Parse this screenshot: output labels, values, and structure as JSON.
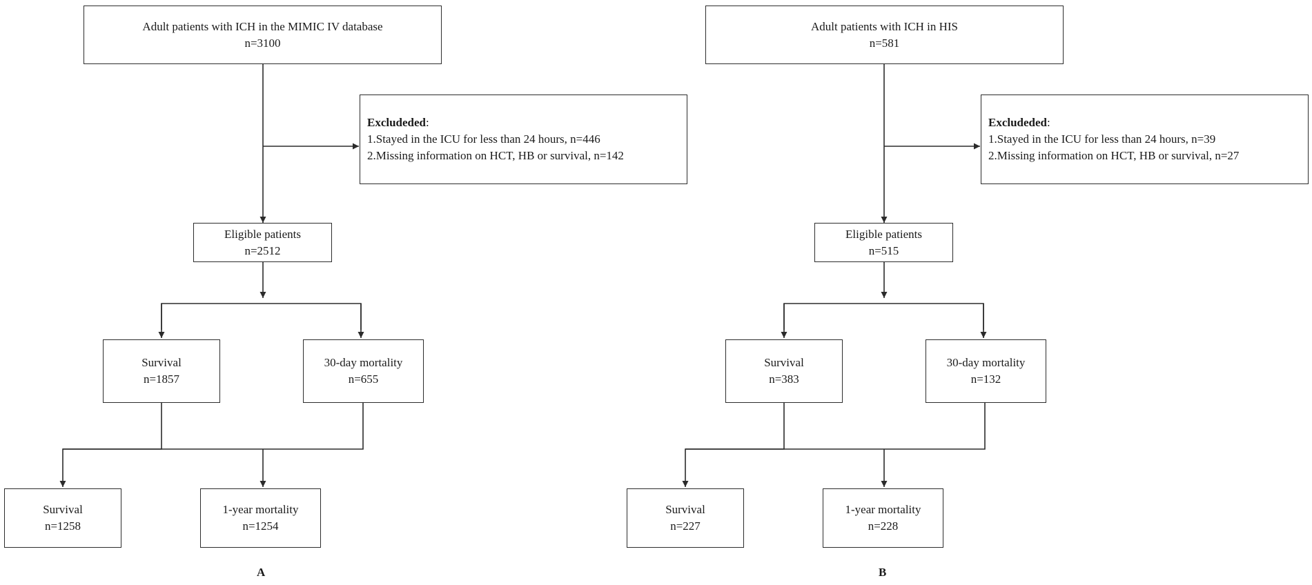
{
  "panel_a": {
    "label": "A",
    "source": {
      "line1": "Adult patients with ICH in the MIMIC IV database",
      "line2": "n=3100"
    },
    "excluded": {
      "title": "Excludeded",
      "item1": "1.Stayed in the ICU for less than 24 hours, n=446",
      "item2": "2.Missing information on HCT, HB or survival, n=142"
    },
    "eligible": {
      "line1": "Eligible patients",
      "line2": "n=2512"
    },
    "survival_30": {
      "line1": "Survival",
      "line2": "n=1857"
    },
    "mortality_30": {
      "line1": "30-day mortality",
      "line2": "n=655"
    },
    "survival_1y": {
      "line1": "Survival",
      "line2": "n=1258"
    },
    "mortality_1y": {
      "line1": "1-year mortality",
      "line2": "n=1254"
    }
  },
  "panel_b": {
    "label": "B",
    "source": {
      "line1": "Adult patients with ICH in HIS",
      "line2": "n=581"
    },
    "excluded": {
      "title": "Excludeded",
      "item1": "1.Stayed in the ICU for less than 24 hours, n=39",
      "item2": "2.Missing information on HCT, HB or survival, n=27"
    },
    "eligible": {
      "line1": "Eligible patients",
      "line2": "n=515"
    },
    "survival_30": {
      "line1": "Survival",
      "line2": "n=383"
    },
    "mortality_30": {
      "line1": "30-day mortality",
      "line2": "n=132"
    },
    "survival_1y": {
      "line1": "Survival",
      "line2": "n=227"
    },
    "mortality_1y": {
      "line1": "1-year mortality",
      "line2": "n=228"
    }
  }
}
